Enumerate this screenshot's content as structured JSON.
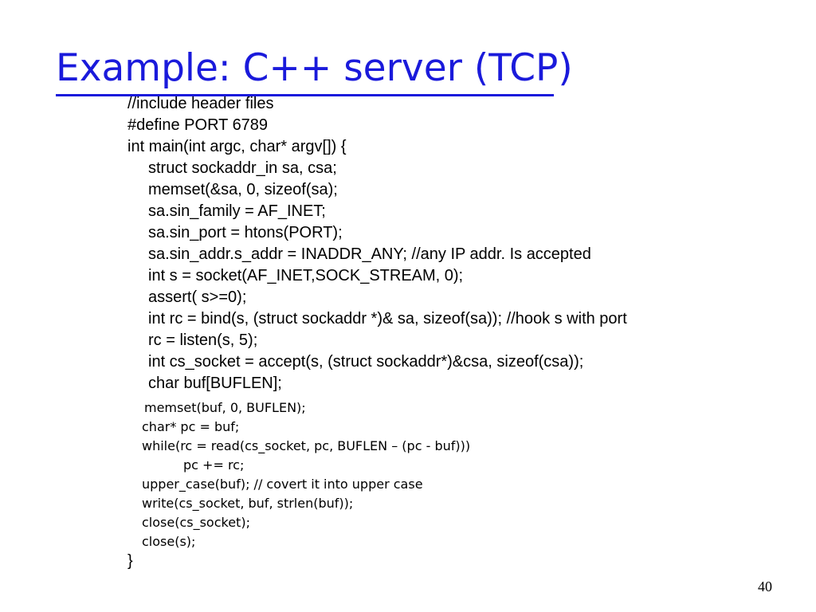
{
  "slide": {
    "title": "Example: C++ server (TCP)",
    "page_number": "40",
    "code_lines": [
      "//include header files",
      "#define PORT 6789",
      "int main(int argc, char* argv[]) {",
      "struct sockaddr_in sa, csa;",
      "memset(&sa, 0, sizeof(sa);",
      "sa.sin_family = AF_INET;",
      "sa.sin_port = htons(PORT);",
      "sa.sin_addr.s_addr = INADDR_ANY; //any IP addr. Is accepted",
      "int s = socket(AF_INET,SOCK_STREAM, 0);",
      "assert( s>=0);",
      "int rc = bind(s, (struct sockaddr *)& sa, sizeof(sa)); //hook s with port",
      "rc = listen(s, 5);",
      "int cs_socket = accept(s, (struct sockaddr*)&csa, sizeof(csa));",
      "char buf[BUFLEN];",
      "memset(buf, 0, BUFLEN);",
      "char* pc = buf;",
      "while(rc = read(cs_socket, pc, BUFLEN – (pc - buf)))",
      "pc += rc;",
      "upper_case(buf); // covert it into upper case",
      "write(cs_socket, buf, strlen(buf));",
      "close(cs_socket);",
      "close(s);",
      "}"
    ]
  }
}
